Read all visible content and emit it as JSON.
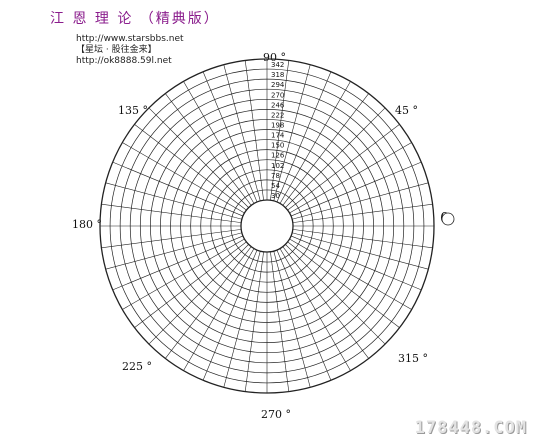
{
  "title": "江 恩 理 论 （精典版）",
  "source": {
    "line1": "http://www.starsbbs.net",
    "line2": "【星坛 · 股往金来】",
    "line3": "http://ok8888.59l.net"
  },
  "angles": {
    "a0": "0",
    "a45": "45 °",
    "a90": "90 °",
    "a135": "135 °",
    "a180": "180 °",
    "a225": "225 °",
    "a270": "270 °",
    "a315": "315 °"
  },
  "wheel": {
    "rings": 14,
    "spokes": 48,
    "spoke_90_values": [
      "342",
      "318",
      "294",
      "270",
      "246",
      "222",
      "198",
      "174",
      "150",
      "126",
      "102",
      "78",
      "54",
      "30"
    ]
  },
  "watermark": "178448.COM"
}
